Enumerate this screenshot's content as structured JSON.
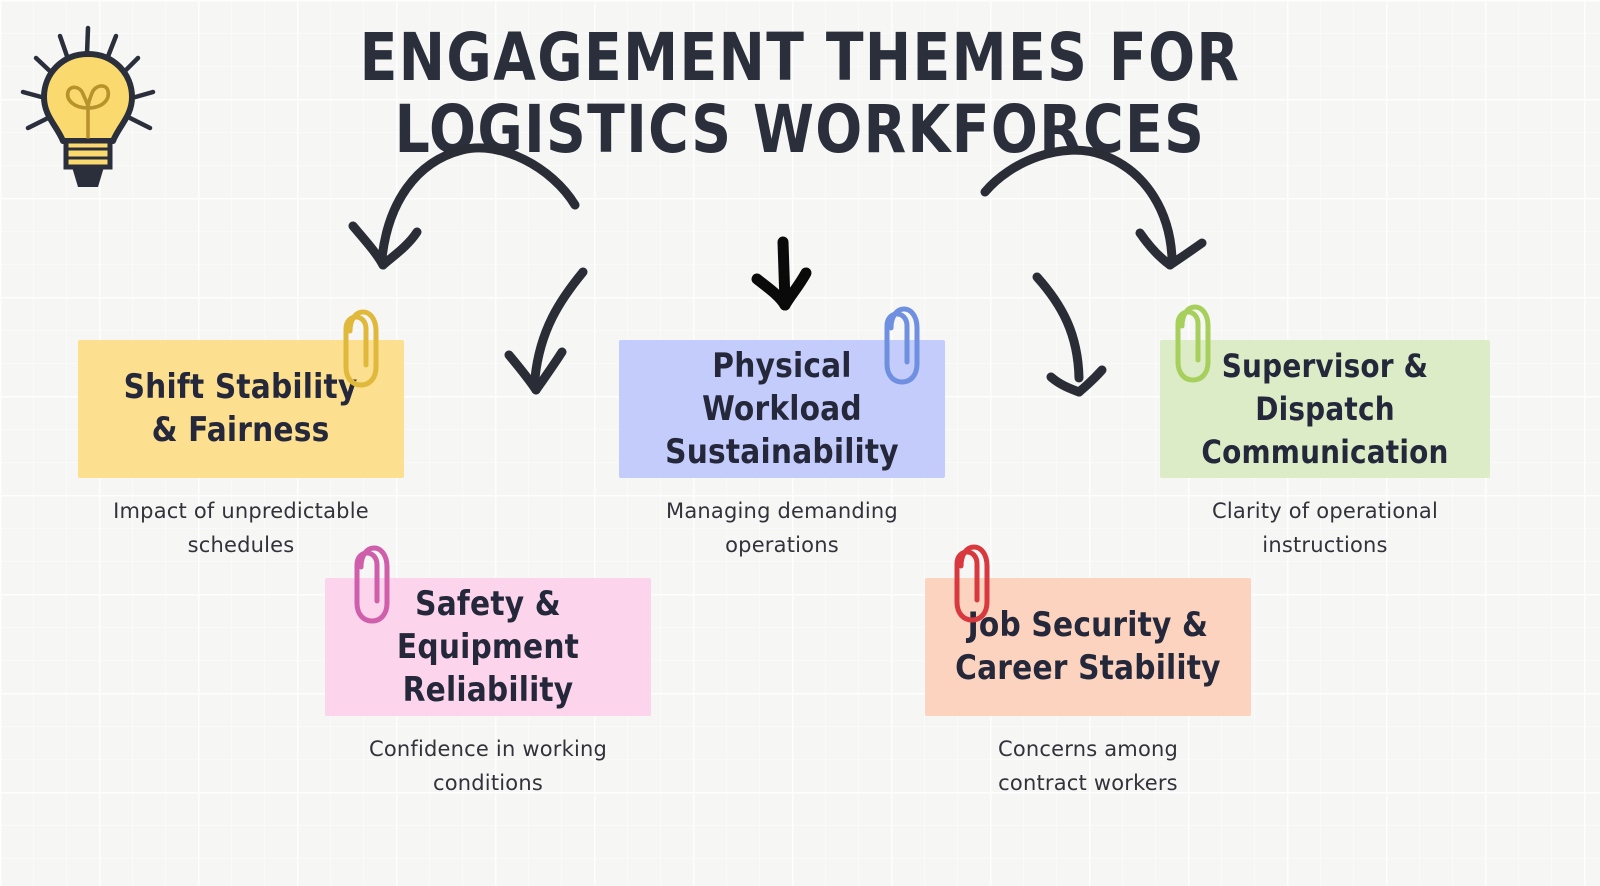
{
  "page": {
    "title": "ENGAGEMENT THEMES FOR LOGISTICS WORKFORCES",
    "background_color": "#f6f6f5",
    "title_color": "#2b2f3c",
    "caption_color": "#33323a",
    "note_title_color": "#24283a",
    "shadow_color": "#2c2722",
    "arrow_color": "#2b2d36",
    "center_arrow_color": "#0a0a0a"
  },
  "icons": {
    "bulb": "lightbulb-icon",
    "bulb_fill": "#fada6e",
    "bulb_outline": "#2b2f3c",
    "clip": "paperclip-icon",
    "arrow_curved": "curved-arrow-icon",
    "arrow_straight": "straight-arrow-icon"
  },
  "cards": [
    {
      "id": "shift-stability",
      "title": "Shift Stability\n& Fairness",
      "title_line1": "Shift Stability",
      "title_line2": "& Fairness",
      "caption_line1": "Impact of unpredictable",
      "caption_line2": "schedules",
      "color": "#fcdf8f",
      "clip_color": "#e0b93c",
      "clip_side": "right"
    },
    {
      "id": "safety-equipment",
      "title": "Safety & Equipment\nReliability",
      "title_line1": "Safety & Equipment",
      "title_line2": "Reliability",
      "caption_line1": "Confidence in working",
      "caption_line2": "conditions",
      "color": "#fcd4ec",
      "clip_color": "#cf5fab",
      "clip_side": "left"
    },
    {
      "id": "physical-workload",
      "title": "Physical Workload\nSustainability",
      "title_line1": "Physical Workload",
      "title_line2": "Sustainability",
      "caption_line1": "Managing demanding",
      "caption_line2": "operations",
      "color": "#c3ccfa",
      "clip_color": "#6f8fe0",
      "clip_side": "right"
    },
    {
      "id": "job-security",
      "title": "Job Security &\nCareer Stability",
      "title_line1": "Job Security &",
      "title_line2": "Career Stability",
      "caption_line1": "Concerns among",
      "caption_line2": "contract workers",
      "color": "#fbd3bf",
      "clip_color": "#d8393f",
      "clip_side": "left"
    },
    {
      "id": "supervisor-dispatch",
      "title": "Supervisor & Dispatch\nCommunication",
      "title_line1": "Supervisor & Dispatch",
      "title_line2": "Communication",
      "caption_line1": "Clarity of operational",
      "caption_line2": "instructions",
      "color": "#dcecc6",
      "clip_color": "#a6cf5c",
      "clip_side": "left"
    }
  ]
}
